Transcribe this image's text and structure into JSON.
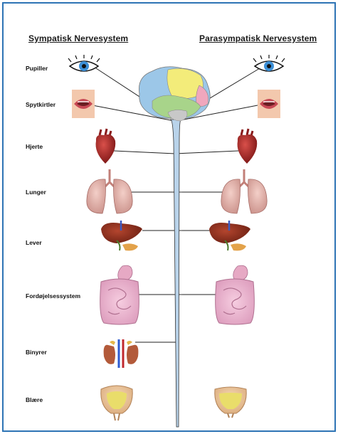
{
  "headings": {
    "sympathetic": "Sympatisk Nervesystem",
    "parasympathetic": "Parasympatisk Nervesystem"
  },
  "organs": [
    {
      "key": "pupils",
      "label": "Pupiller",
      "icon": "eye-icon"
    },
    {
      "key": "salivary",
      "label": "Spytkirtler",
      "icon": "mouth-icon"
    },
    {
      "key": "heart",
      "label": "Hjerte",
      "icon": "heart-icon"
    },
    {
      "key": "lungs",
      "label": "Lunger",
      "icon": "lungs-icon"
    },
    {
      "key": "liver",
      "label": "Lever",
      "icon": "liver-icon"
    },
    {
      "key": "digestive",
      "label": "Fordøjelsessystem",
      "icon": "intestines-icon"
    },
    {
      "key": "adrenal",
      "label": "Binyrer",
      "icon": "kidney-icon"
    },
    {
      "key": "bladder",
      "label": "Blære",
      "icon": "bladder-icon"
    }
  ],
  "colors": {
    "frame": "#2e74b5",
    "spinal_cord": "#b9d3ea",
    "brain_blue": "#9cc7e8",
    "brain_yellow": "#f3ec7a",
    "brain_green": "#a8d48a",
    "brain_pink": "#f0a7bd"
  }
}
